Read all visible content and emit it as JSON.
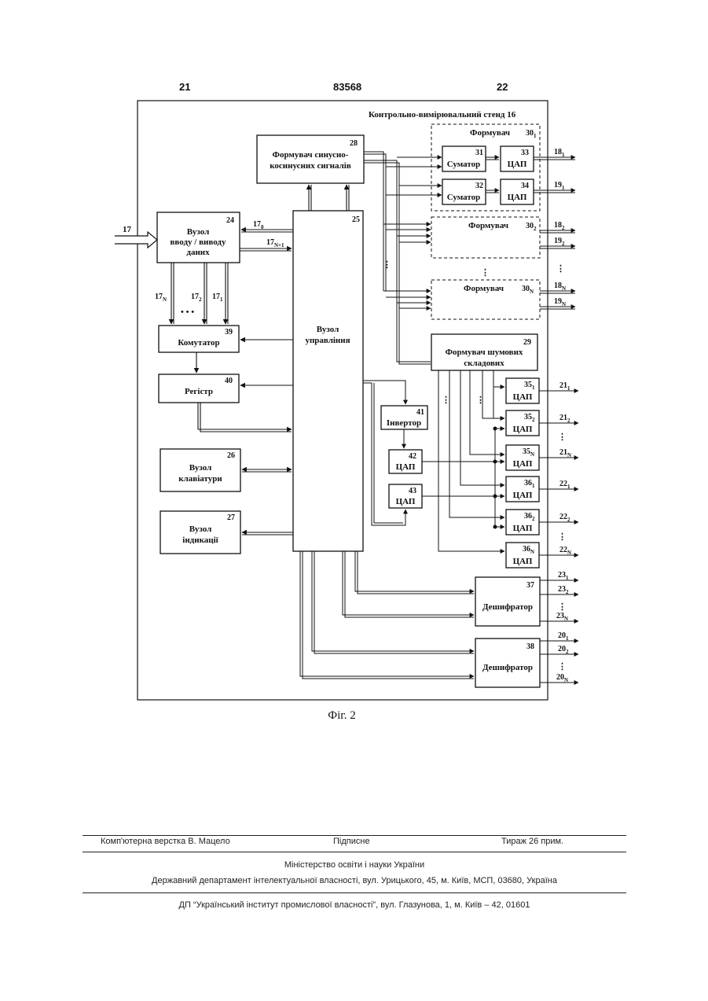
{
  "header": {
    "left_page": "21",
    "patent_no": "83568",
    "right_page": "22"
  },
  "diagram": {
    "stand_title": "Контрольно-вимірювальний стенд 16",
    "figure_caption": "Фіг. 2",
    "blocks": {
      "b24": {
        "n": "24",
        "l1": "Вузол",
        "l2": "вводу / виводу",
        "l3": "даних"
      },
      "b25": {
        "n": "25",
        "l1": "Вузол",
        "l2": "управління"
      },
      "b26": {
        "n": "26",
        "l1": "Вузол",
        "l2": "клавіатури"
      },
      "b27": {
        "n": "27",
        "l1": "Вузол",
        "l2": "індикації"
      },
      "b28": {
        "n": "28",
        "l1": "Формувач синусно-",
        "l2": "косинусних сигналів"
      },
      "b29": {
        "n": "29",
        "l1": "Формувач шумових",
        "l2": "складових"
      },
      "b30_1": {
        "l": "Формувач",
        "n": "30",
        "s": "1"
      },
      "b30_2": {
        "l": "Формувач",
        "n": "30",
        "s": "2"
      },
      "b30_N": {
        "l": "Формувач",
        "n": "30",
        "s": "N"
      },
      "b31": {
        "n": "31",
        "l": "Суматор"
      },
      "b32": {
        "n": "32",
        "l": "Суматор"
      },
      "b33": {
        "n": "33",
        "l": "ЦАП"
      },
      "b34": {
        "n": "34",
        "l": "ЦАП"
      },
      "b35_1": {
        "n": "35",
        "s": "1",
        "l": "ЦАП"
      },
      "b35_2": {
        "n": "35",
        "s": "2",
        "l": "ЦАП"
      },
      "b35_N": {
        "n": "35",
        "s": "N",
        "l": "ЦАП"
      },
      "b36_1": {
        "n": "36",
        "s": "1",
        "l": "ЦАП"
      },
      "b36_2": {
        "n": "36",
        "s": "2",
        "l": "ЦАП"
      },
      "b36_N": {
        "n": "36",
        "s": "N",
        "l": "ЦАП"
      },
      "b37": {
        "n": "37",
        "l": "Дешифратор"
      },
      "b38": {
        "n": "38",
        "l": "Дешифратор"
      },
      "b39": {
        "n": "39",
        "l": "Комутатор"
      },
      "b40": {
        "n": "40",
        "l": "Регістр"
      },
      "b41": {
        "n": "41",
        "l": "Інвертор"
      },
      "b42": {
        "n": "42",
        "l": "ЦАП"
      },
      "b43": {
        "n": "43",
        "l": "ЦАП"
      }
    },
    "signals": {
      "s17": "17",
      "s17_0": {
        "n": "17",
        "s": "0"
      },
      "s17_N1": {
        "n": "17",
        "s": "N+1"
      },
      "s17_N": {
        "n": "17",
        "s": "N"
      },
      "s17_2": {
        "n": "17",
        "s": "2"
      },
      "s17_1": {
        "n": "17",
        "s": "1"
      },
      "s18_1": {
        "n": "18",
        "s": "1"
      },
      "s19_1": {
        "n": "19",
        "s": "1"
      },
      "s18_2": {
        "n": "18",
        "s": "2"
      },
      "s19_2": {
        "n": "19",
        "s": "2"
      },
      "s18_N": {
        "n": "18",
        "s": "N"
      },
      "s19_N": {
        "n": "19",
        "s": "N"
      },
      "s21_1": {
        "n": "21",
        "s": "1"
      },
      "s21_2": {
        "n": "21",
        "s": "2"
      },
      "s21_N": {
        "n": "21",
        "s": "N"
      },
      "s22_1": {
        "n": "22",
        "s": "1"
      },
      "s22_2": {
        "n": "22",
        "s": "2"
      },
      "s22_N": {
        "n": "22",
        "s": "N"
      },
      "s23_1": {
        "n": "23",
        "s": "1"
      },
      "s23_2": {
        "n": "23",
        "s": "2"
      },
      "s23_N": {
        "n": "23",
        "s": "N"
      },
      "s20_1": {
        "n": "20",
        "s": "1"
      },
      "s20_2": {
        "n": "20",
        "s": "2"
      },
      "s20_N": {
        "n": "20",
        "s": "N"
      }
    }
  },
  "footer": {
    "layout_by": "Комп'ютерна верстка В. Мацело",
    "signed": "Підписне",
    "print_run": "Тираж 26 прим.",
    "ministry": "Міністерство освіти і науки України",
    "department": "Державний департамент інтелектуальної власності, вул. Урицького, 45, м. Київ, МСП, 03680, Україна",
    "institute": "ДП “Український інститут промислової власності”, вул. Глазунова, 1, м. Київ – 42, 01601"
  }
}
